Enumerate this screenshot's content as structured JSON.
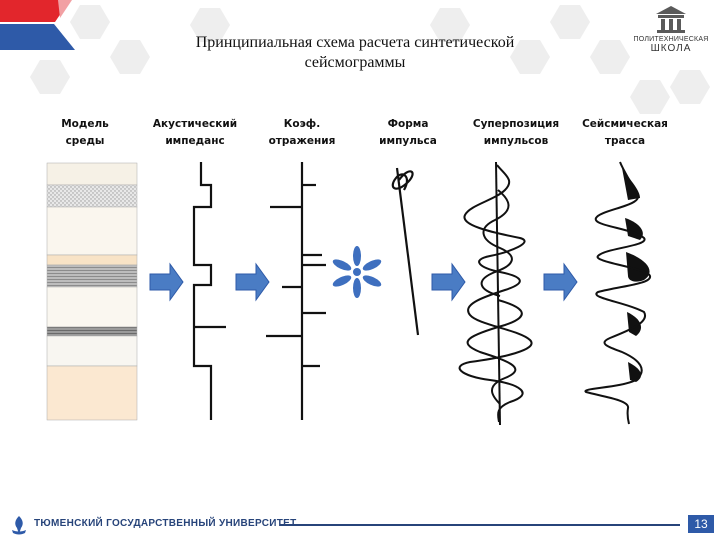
{
  "title": {
    "line1": "Принципиальная схема расчета синтетической",
    "line2": "сейсмограммы"
  },
  "logo": {
    "line1": "ПОЛИТЕХНИЧЕСКАЯ",
    "line2": "ШКОЛА"
  },
  "columns": [
    {
      "line1": "Модель",
      "line2": "среды"
    },
    {
      "line1": "Акустический",
      "line2": "импеданс"
    },
    {
      "line1": "Коэф.",
      "line2": "отражения"
    },
    {
      "line1": "Форма",
      "line2": "импульса"
    },
    {
      "line1": "Суперпозиция",
      "line2": "импульсов"
    },
    {
      "line1": "Сейсмическая",
      "line2": "трасса"
    }
  ],
  "footer": {
    "university": "ТЮМЕНСКИЙ ГОСУДАРСТВЕННЫЙ УНИВЕРСИТЕТ",
    "page_number": "13"
  },
  "colors": {
    "accent_red": "#e2262c",
    "accent_blue": "#2e5aa8",
    "arrow_blue": "#4a7cc4"
  }
}
